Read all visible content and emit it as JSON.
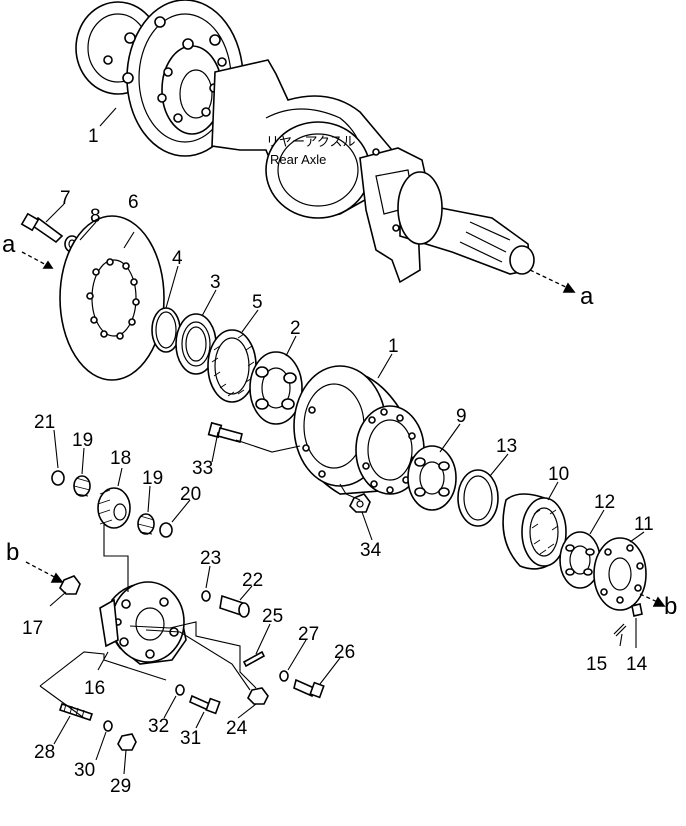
{
  "axle_caption": {
    "japanese": "リヤーアクスル",
    "english": "Rear  Axle"
  },
  "ref_markers": {
    "a_left": "a",
    "a_right": "a",
    "b_left": "b",
    "b_right": "b"
  },
  "callouts": {
    "p1_axle": "1",
    "p1_hub": "1",
    "p2": "2",
    "p3": "3",
    "p4": "4",
    "p5": "5",
    "p6": "6",
    "p7": "7",
    "p8": "8",
    "p9": "9",
    "p10": "10",
    "p11": "11",
    "p12": "12",
    "p13": "13",
    "p14": "14",
    "p15": "15",
    "p16": "16",
    "p17": "17",
    "p18": "18",
    "p19a": "19",
    "p19b": "19",
    "p20": "20",
    "p21": "21",
    "p22": "22",
    "p23": "23",
    "p24": "24",
    "p25": "25",
    "p26": "26",
    "p27": "27",
    "p28": "28",
    "p29": "29",
    "p30": "30",
    "p31": "31",
    "p32": "32",
    "p33": "33",
    "p34": "34"
  }
}
